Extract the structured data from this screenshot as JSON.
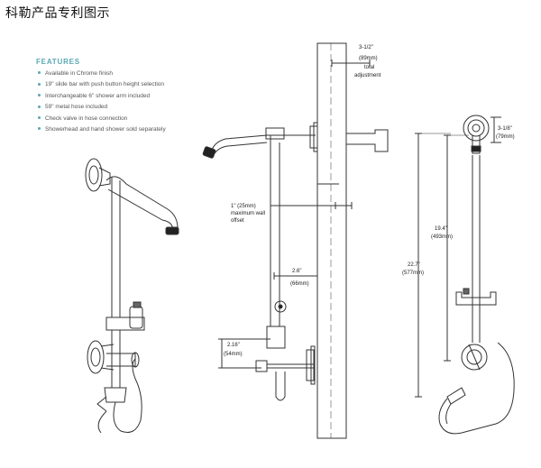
{
  "header": {
    "title": "科勒产品专利图示"
  },
  "accent_color": "#5aa7b4",
  "features": {
    "title": "FEATURES",
    "items": [
      "Available in Chrome finish",
      "19\" slide bar with push button height selection",
      "Interchangeable 6\" shower arm included",
      "59\" metal hose included",
      "Check valve in hose connection",
      "Showerhead and hand shower sold separately"
    ]
  },
  "dimensions": {
    "top_adjust": [
      "3-1/2\"",
      "(89mm)",
      "total",
      "adjustment"
    ],
    "wall_offset": [
      "1\" (25mm)",
      "maximum wall",
      "offset"
    ],
    "arm_offset": [
      "2.6\"",
      "(66mm)"
    ],
    "valve_offset": [
      "2.16\"",
      "(54mm)"
    ],
    "escutcheon": [
      "3-1/8\"",
      "(79mm)"
    ],
    "slide_bar": [
      "19.4\"",
      "(493mm)"
    ],
    "overall": [
      "22.7\"",
      "(577mm)"
    ]
  }
}
